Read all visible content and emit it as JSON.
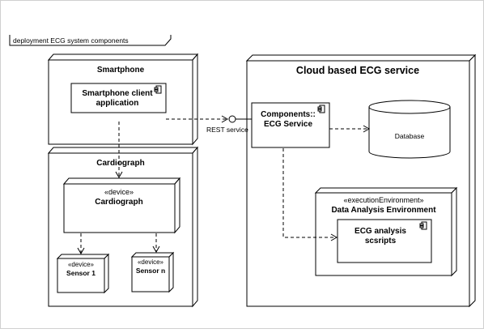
{
  "frame": {
    "title": "deployment ECG system components"
  },
  "nodes": {
    "smartphone": {
      "title": "Smartphone"
    },
    "smartphone_client": {
      "label_line1": "Smartphone client",
      "label_line2": "application"
    },
    "cardiograph_node": {
      "title": "Cardiograph"
    },
    "cardiograph_device": {
      "stereotype": "«device»",
      "title": "Cardiograph"
    },
    "sensor1": {
      "stereotype": "«device»",
      "title": "Sensor 1"
    },
    "sensorn": {
      "stereotype": "«device»",
      "title": "Sensor n"
    },
    "cloud": {
      "title": "Cloud based ECG service"
    },
    "ecg_service": {
      "label_line1": "Components::",
      "label_line2": "ECG Service"
    },
    "database": {
      "title": "Database"
    },
    "data_env": {
      "stereotype": "«executionEnvironment»",
      "title": "Data Analysis Environment"
    },
    "ecg_scripts": {
      "label_line1": "ECG analysis",
      "label_line2": "scsripts"
    }
  },
  "connectors": {
    "rest_label": "REST service"
  },
  "colors": {
    "stroke": "#000000",
    "background": "#ffffff",
    "frame_border": "#c8c8c8"
  }
}
